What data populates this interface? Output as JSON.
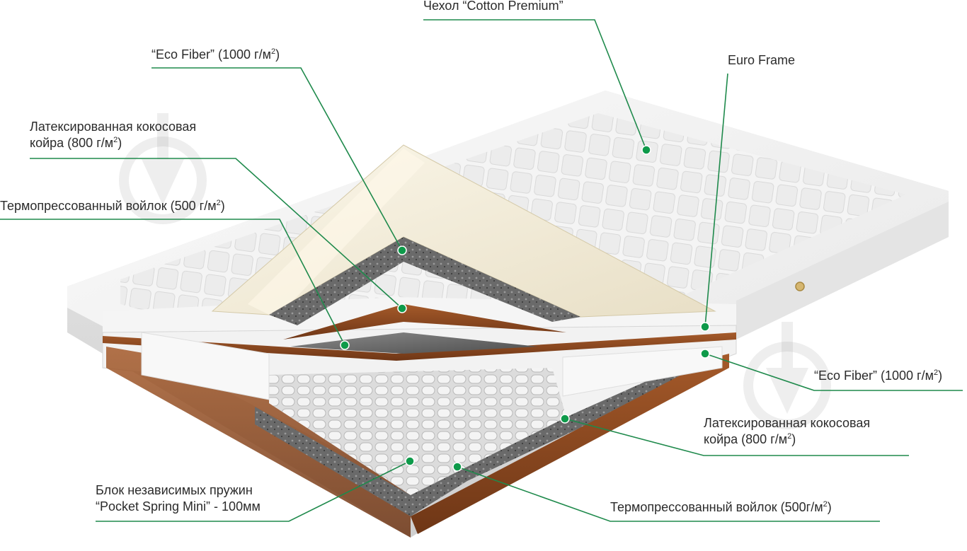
{
  "labels": {
    "cover_l1": "Чехол “Cotton Premium”",
    "ecofiber_top_l1": "“Eco Fiber” (1000 г/м",
    "ecofiber_top_sup": "2",
    "ecofiber_top_end": ")",
    "euro_frame_l1": "Euro Frame",
    "coco_top_l1": "Латексированная кокосовая",
    "coco_top_l2": "койра (800 г/м",
    "coco_top_sup": "2",
    "coco_top_end": ")",
    "felt_top_l1": "Термопрессованный войлок (500 г/м",
    "felt_top_sup": "2",
    "felt_top_end": ")",
    "ecofiber_side_l1": "“Eco Fiber” (1000 г/м",
    "ecofiber_side_sup": "2",
    "ecofiber_side_end": ")",
    "coco_side_l1": "Латексированная кокосовая",
    "coco_side_l2": "койра (800 г/м",
    "coco_side_sup": "2",
    "coco_side_end": ")",
    "springs_l1": "Блок независимых пружин",
    "springs_l2": "“Pocket Spring Mini” - 100мм",
    "felt_bottom_l1": "Термопрессованный войлок (500г/м",
    "felt_bottom_sup": "2",
    "felt_bottom_end": ")"
  },
  "colors": {
    "leader": "#1f8a4c",
    "marker": "#0e9a4a",
    "text": "#2b2b2b",
    "cover": "#efefef",
    "coir": "#8a4a22",
    "felt": "#6b6b6b",
    "fiber": "#f1ead6"
  }
}
